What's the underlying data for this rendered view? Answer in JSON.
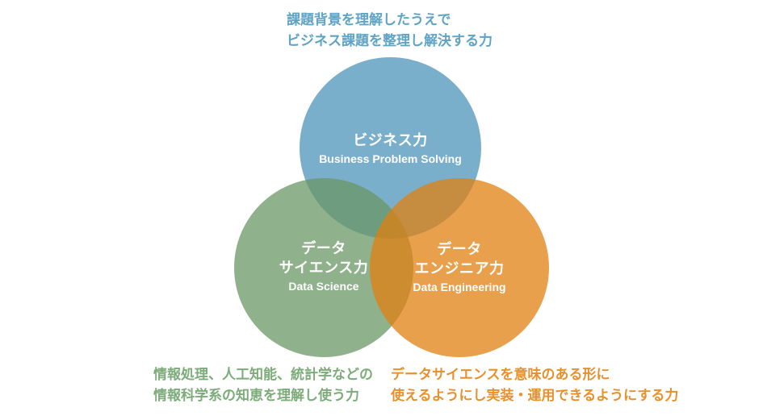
{
  "diagram": {
    "type": "venn",
    "colors": {
      "business_circle": "#79AFCC",
      "data_science_circle": "#8FB18B",
      "data_engineering_circle": "#E8A04C",
      "top_caption_text": "#5FA3C5",
      "bottom_left_caption_text": "#7CAC79",
      "bottom_right_caption_text": "#E8902C",
      "circle_label_text": "#FFFFFF",
      "background": "#FFFFFF"
    },
    "top_caption": {
      "line1": "課題背景を理解したうえで",
      "line2": "ビジネス課題を整理し解決する力"
    },
    "circles": {
      "business": {
        "title": "ビジネス力",
        "subtitle": "Business Problem Solving"
      },
      "data_science": {
        "title_line1": "データ",
        "title_line2": "サイエンス力",
        "subtitle": "Data Science"
      },
      "data_engineering": {
        "title_line1": "データ",
        "title_line2": "エンジニア力",
        "subtitle": "Data Engineering"
      }
    },
    "bottom_left_caption": {
      "line1": "情報処理、人工知能、統計学などの",
      "line2": "情報科学系の知恵を理解し使う力"
    },
    "bottom_right_caption": {
      "line1": "データサイエンスを意味のある形に",
      "line2": "使えるようにし実装・運用できるようにする力"
    }
  }
}
